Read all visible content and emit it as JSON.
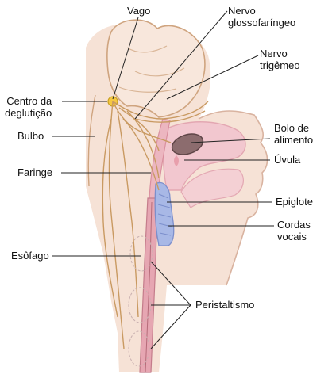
{
  "labels": {
    "vago": "Vago",
    "glosso": "Nervo\nglossofaríngeo",
    "trigemeo": "Nervo\ntrigêmeo",
    "centro": "Centro da\ndeglutição",
    "bulbo": "Bulbo",
    "bolo": "Bolo de\nalimento",
    "uvula": "Úvula",
    "faringe": "Faringe",
    "epiglote": "Epiglote",
    "cordas": "Cordas\nvocais",
    "esofago": "Esôfago",
    "peristaltismo": "Peristaltismo"
  },
  "colors": {
    "skin": "#f6e2d6",
    "head_outline": "#cfa47f",
    "nerve": "#c99a62",
    "tissue": "#f2c7cf",
    "esophagus": "#e6a6b2",
    "bolus": "#8c6c6e",
    "airway": "#a8b8e6",
    "swallow_center": "#f5c842",
    "leader_line": "#222222"
  }
}
